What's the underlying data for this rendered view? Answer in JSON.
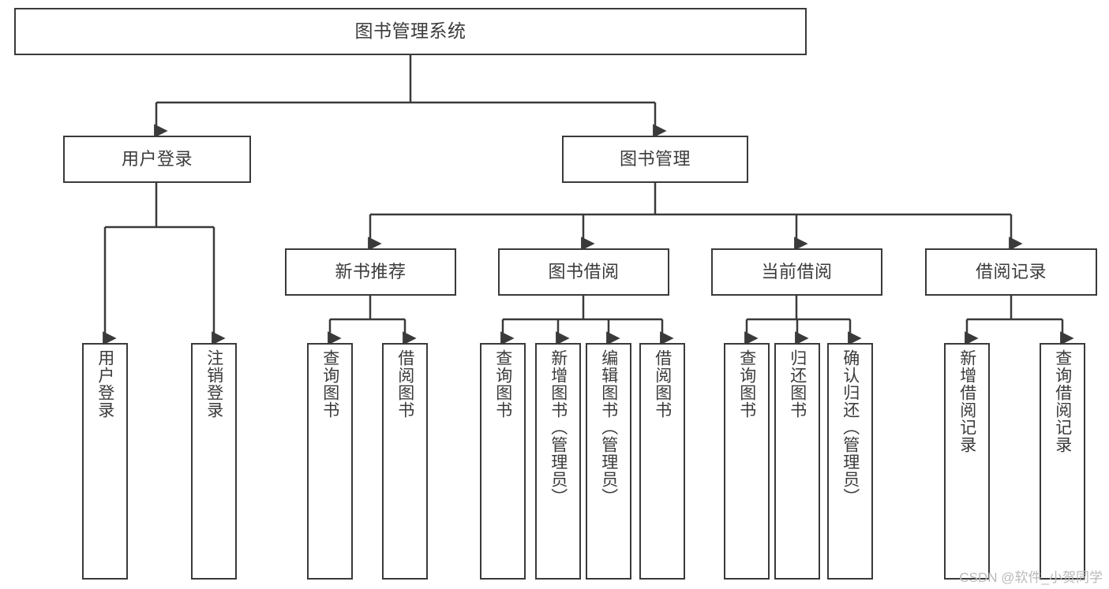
{
  "diagram": {
    "title": "图书管理系统",
    "type": "hierarchy-tree",
    "watermark": "CSDN @软件_小贺同学",
    "colors": {
      "box_border": "#3a3a3a",
      "box_fill": "#ffffff",
      "connector": "#3a3a3a",
      "text": "#3b3b3b",
      "watermark": "#b9b9b9",
      "background": "#ffffff"
    },
    "root": {
      "label": "图书管理系统"
    },
    "level2": [
      {
        "label": "用户登录"
      },
      {
        "label": "图书管理"
      }
    ],
    "level3": [
      {
        "label": "新书推荐"
      },
      {
        "label": "图书借阅"
      },
      {
        "label": "当前借阅"
      },
      {
        "label": "借阅记录"
      }
    ],
    "leaves": {
      "user_login": [
        {
          "label": "用户登录"
        },
        {
          "label": "注销登录"
        }
      ],
      "new_book_recommend": [
        {
          "label": "查询图书"
        },
        {
          "label": "借阅图书"
        }
      ],
      "book_borrow": [
        {
          "label": "查询图书"
        },
        {
          "label": "新增图书（管理员）"
        },
        {
          "label": "编辑图书（管理员）"
        },
        {
          "label": "借阅图书"
        }
      ],
      "current_borrow": [
        {
          "label": "查询图书"
        },
        {
          "label": "归还图书"
        },
        {
          "label": "确认归还（管理员）"
        }
      ],
      "borrow_record": [
        {
          "label": "新增借阅记录"
        },
        {
          "label": "查询借阅记录"
        }
      ]
    }
  }
}
